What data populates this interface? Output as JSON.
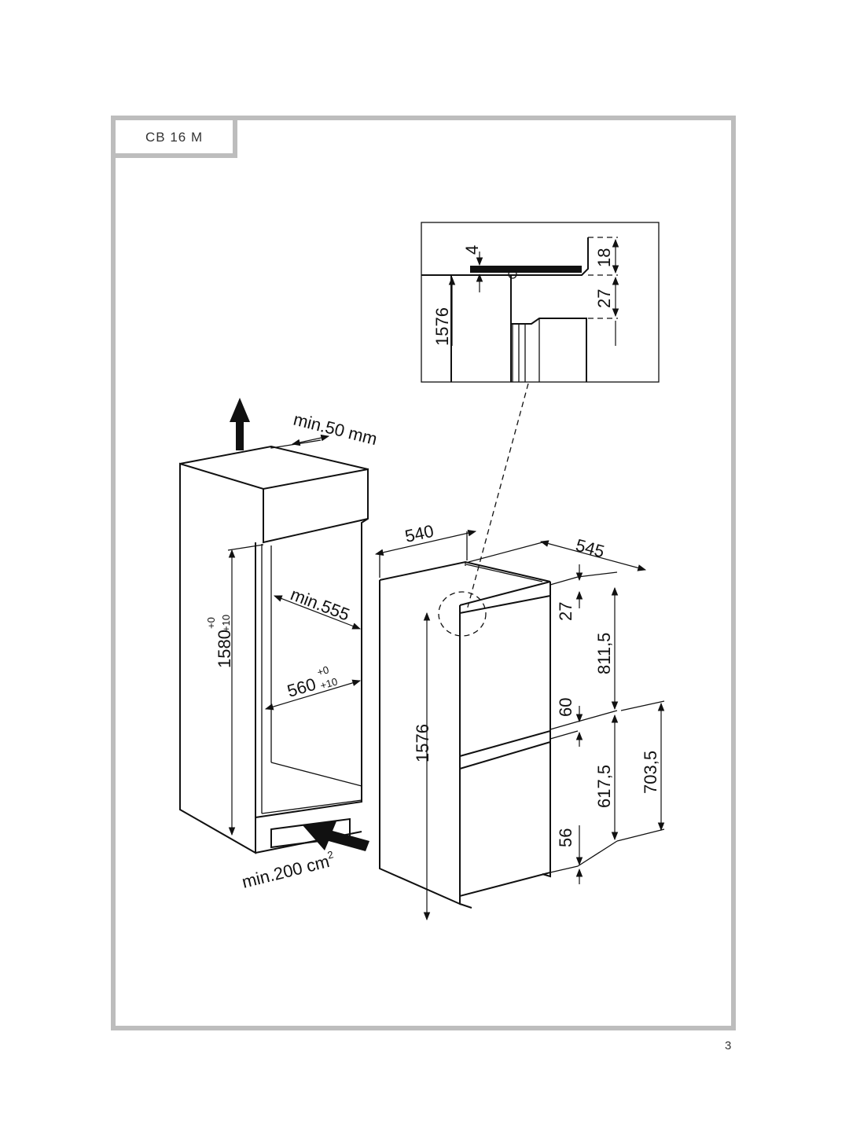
{
  "header": {
    "model": "CB 16 M"
  },
  "page": {
    "number": "3"
  },
  "detail": {
    "d4": "4",
    "d18": "18",
    "d27": "27",
    "d1576": "1576"
  },
  "niche": {
    "height": "1580",
    "height_tol_upper": "+0",
    "height_tol_lower": "+10",
    "min_depth": "min.555",
    "width": "560",
    "width_tol_upper": "+0",
    "width_tol_lower": "+10",
    "top_vent": "min.50 mm",
    "bottom_vent": "min.200 cm",
    "bottom_vent_exp": "2"
  },
  "appliance": {
    "width": "540",
    "depth": "545",
    "height": "1576",
    "top_gap": "27",
    "upper_door": "811,5",
    "mid_gap": "60",
    "lower_door": "617,5",
    "bottom_gap": "56",
    "lower_section": "703,5"
  }
}
